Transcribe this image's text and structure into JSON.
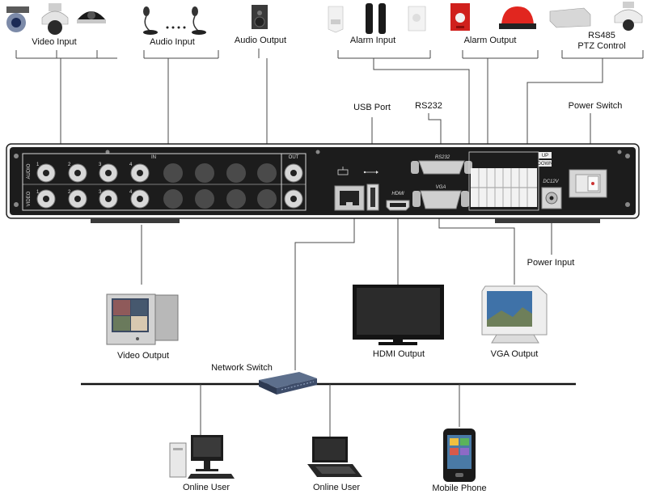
{
  "labels": {
    "video_input": "Video Input",
    "audio_input": "Audio Input",
    "audio_output": "Audio Output",
    "alarm_input": "Alarm Input",
    "alarm_output": "Alarm Output",
    "rs485_line1": "RS485",
    "rs485_line2": "PTZ Control",
    "usb_port": "USB Port",
    "rs232": "RS232",
    "power_switch": "Power Switch",
    "power_input": "Power Input",
    "video_output": "Video Output",
    "hdmi_output": "HDMI Output",
    "vga_output": "VGA Output",
    "network_switch": "Network Switch",
    "online_user_1": "Online User",
    "online_user_2": "Online User",
    "mobile_phone": "Mobile Phone"
  },
  "panel": {
    "in_label": "IN",
    "out_label": "OUT",
    "audio_label": "AUDIO",
    "video_label": "VIDEO",
    "ch1": "1",
    "ch2": "2",
    "ch3": "3",
    "ch4": "4",
    "rs232_label": "RS232",
    "hdmi_label": "HDMI",
    "vga_label": "VGA",
    "dc_label": "DC12V",
    "up_label": "UP",
    "down_label": "DOWN"
  },
  "icons": {
    "network": "network-port-icon",
    "usb": "usb-symbol-icon"
  },
  "colors": {
    "chassis": "#1c1c1c",
    "panel_outline": "#d9d9d9",
    "wire": "#4a4a4a",
    "alarm_red": "#d0201c"
  }
}
